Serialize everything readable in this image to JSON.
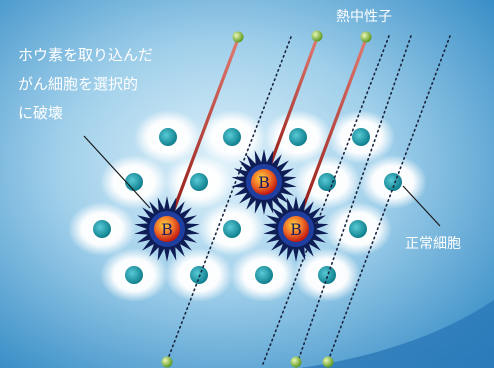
{
  "labels": {
    "neutron": "熱中性子",
    "cancer_line1": "ホウ素を取り込んだ",
    "cancer_line2": "がん細胞を選択的",
    "cancer_line3": "に破壊",
    "normal_cell": "正常細胞"
  },
  "boron_symbol": "B",
  "colors": {
    "background": "#a9d4ec",
    "cell_glow": "#ffffff",
    "nucleus": "#1c9cab",
    "neutron": "#9ccb3b",
    "boron_core": "#e23a1a",
    "beam": "#9b1a12",
    "burst": "#0e1d56"
  },
  "icons": [
    "neutron-particle-icon",
    "normal-cell-icon",
    "cancer-cell-burst-icon",
    "boron-atom-icon"
  ]
}
